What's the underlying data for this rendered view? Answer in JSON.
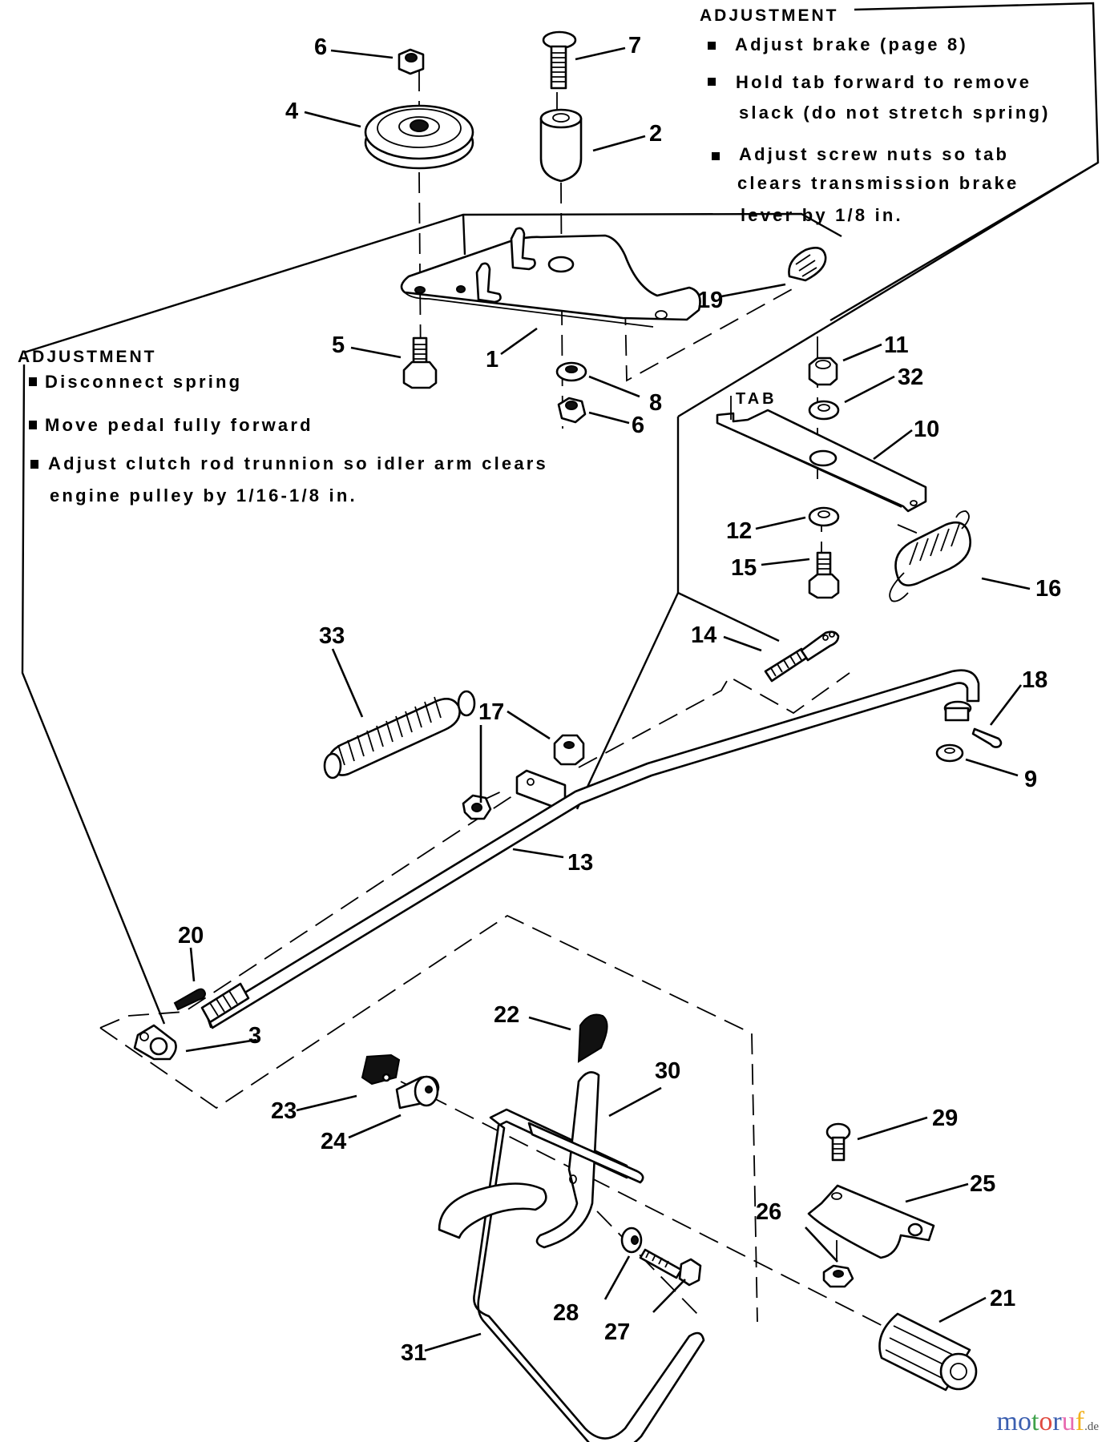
{
  "diagram": {
    "title": "Clutch and brake linkage exploded parts view",
    "adjustment_top": {
      "heading": "ADJUSTMENT",
      "items": [
        {
          "lines": [
            "Adjust brake (page 8)"
          ]
        },
        {
          "lines": [
            "Hold tab forward to remove",
            "slack (do not stretch spring)"
          ]
        },
        {
          "lines": [
            "Adjust screw nuts so tab",
            "clears transmission brake",
            "lever by 1/8 in."
          ]
        }
      ]
    },
    "adjustment_left": {
      "heading": "ADJUSTMENT",
      "items": [
        {
          "lines": [
            "Disconnect spring"
          ]
        },
        {
          "lines": [
            "Move pedal fully forward"
          ]
        },
        {
          "lines": [
            "Adjust clutch rod trunnion so idler arm clears",
            "engine pulley by 1/16-1/8 in."
          ]
        }
      ]
    },
    "tab_label": "TAB",
    "callouts": {
      "c1": "1",
      "c2": "2",
      "c3": "3",
      "c4": "4",
      "c5": "5",
      "c6a": "6",
      "c6b": "6",
      "c7": "7",
      "c8": "8",
      "c9": "9",
      "c10": "10",
      "c11": "11",
      "c12": "12",
      "c13": "13",
      "c14": "14",
      "c15": "15",
      "c16": "16",
      "c17": "17",
      "c18": "18",
      "c19": "19",
      "c20": "20",
      "c21": "21",
      "c22": "22",
      "c23": "23",
      "c24": "24",
      "c25": "25",
      "c26": "26",
      "c27": "27",
      "c28": "28",
      "c29": "29",
      "c30": "30",
      "c31": "31",
      "c32": "32",
      "c33": "33"
    },
    "parts": [
      {
        "ref": "1",
        "icon": "idler-arm-bracket"
      },
      {
        "ref": "2",
        "icon": "spacer"
      },
      {
        "ref": "3",
        "icon": "trunnion"
      },
      {
        "ref": "4",
        "icon": "idler-pulley"
      },
      {
        "ref": "5",
        "icon": "bolt"
      },
      {
        "ref": "6",
        "icon": "hex-nut"
      },
      {
        "ref": "7",
        "icon": "carriage-bolt"
      },
      {
        "ref": "8",
        "icon": "washer"
      },
      {
        "ref": "9",
        "icon": "washer"
      },
      {
        "ref": "10",
        "icon": "brake-tab-bracket"
      },
      {
        "ref": "11",
        "icon": "hex-nut"
      },
      {
        "ref": "12",
        "icon": "washer"
      },
      {
        "ref": "13",
        "icon": "clutch-rod"
      },
      {
        "ref": "14",
        "icon": "brake-rod-end"
      },
      {
        "ref": "15",
        "icon": "bolt"
      },
      {
        "ref": "16",
        "icon": "extension-spring"
      },
      {
        "ref": "17",
        "icon": "hex-nut"
      },
      {
        "ref": "18",
        "icon": "cotter-pin"
      },
      {
        "ref": "19",
        "icon": "spring"
      },
      {
        "ref": "20",
        "icon": "cotter-pin"
      },
      {
        "ref": "21",
        "icon": "pedal-pad"
      },
      {
        "ref": "22",
        "icon": "pad"
      },
      {
        "ref": "23",
        "icon": "clip"
      },
      {
        "ref": "24",
        "icon": "bushing"
      },
      {
        "ref": "25",
        "icon": "bracket"
      },
      {
        "ref": "26",
        "icon": "hex-nut"
      },
      {
        "ref": "27",
        "icon": "bolt"
      },
      {
        "ref": "28",
        "icon": "washer"
      },
      {
        "ref": "29",
        "icon": "carriage-bolt"
      },
      {
        "ref": "30",
        "icon": "pedal-arm"
      },
      {
        "ref": "31",
        "icon": "pedal-lever"
      },
      {
        "ref": "32",
        "icon": "washer"
      },
      {
        "ref": "33",
        "icon": "extension-spring"
      }
    ],
    "watermark": {
      "name": "motoruf",
      "suffix": ".de",
      "letters": [
        {
          "ch": "m",
          "color": "#3b5fb0"
        },
        {
          "ch": "o",
          "color": "#3b5fb0"
        },
        {
          "ch": "t",
          "color": "#3ea14a"
        },
        {
          "ch": "o",
          "color": "#e04a3f"
        },
        {
          "ch": "r",
          "color": "#3b5fb0"
        },
        {
          "ch": "u",
          "color": "#e86ab0"
        },
        {
          "ch": "f",
          "color": "#f2b11b"
        }
      ]
    }
  }
}
